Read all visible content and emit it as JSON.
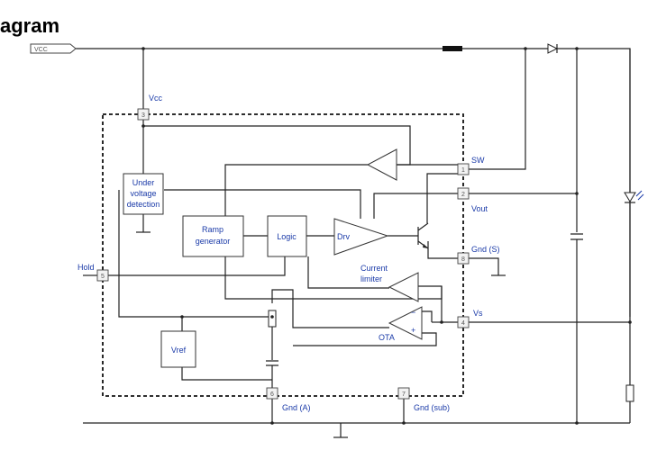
{
  "title": "agram",
  "vcc_tag": "VCC",
  "pins": {
    "vcc": {
      "label": "Vcc",
      "num": "3"
    },
    "sw": {
      "label": "SW",
      "num": "1"
    },
    "vout": {
      "label": "Vout",
      "num": "2"
    },
    "gnd_s": {
      "label": "Gnd (S)",
      "num": "8"
    },
    "hold": {
      "label": "Hold",
      "num": "5"
    },
    "vs": {
      "label": "Vs",
      "num": "4"
    },
    "gnd_a": {
      "label": "Gnd (A)",
      "num": "6"
    },
    "gnd_sub": {
      "label": "Gnd (sub)",
      "num": "7"
    }
  },
  "blocks": {
    "uvd": [
      "Under",
      "voltage",
      "detection"
    ],
    "ramp": [
      "Ramp",
      "generator"
    ],
    "logic": "Logic",
    "drv": "Drv",
    "current_limiter": [
      "Current",
      "limiter"
    ],
    "ota": "OTA",
    "vref": "Vref"
  },
  "op_signs": {
    "minus": "−",
    "plus": "+"
  }
}
